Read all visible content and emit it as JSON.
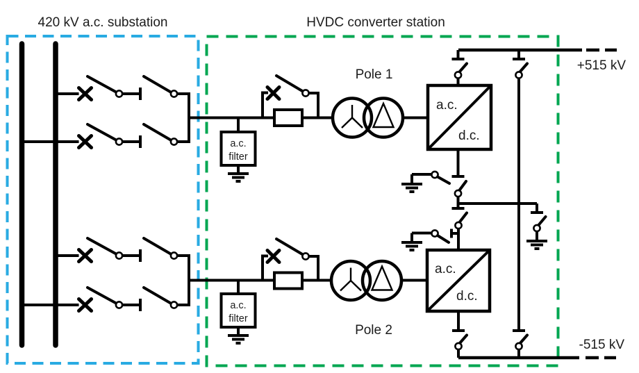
{
  "diagram": {
    "substation": {
      "title": "420 kV a.c. substation"
    },
    "converter_station": {
      "title": "HVDC converter station",
      "pole1_label": "Pole 1",
      "pole2_label": "Pole 2",
      "dc_positive_label": "+515 kV",
      "dc_negative_label": "-515 kV",
      "converter1": {
        "ac": "a.c.",
        "dc": "d.c."
      },
      "converter2": {
        "ac": "a.c.",
        "dc": "d.c."
      },
      "filter1": {
        "line1": "a.c.",
        "line2": "filter"
      },
      "filter2": {
        "line1": "a.c.",
        "line2": "filter"
      }
    },
    "colors": {
      "substation_border": "#29ABE2",
      "converter_border": "#00A651",
      "line": "#000000"
    }
  }
}
